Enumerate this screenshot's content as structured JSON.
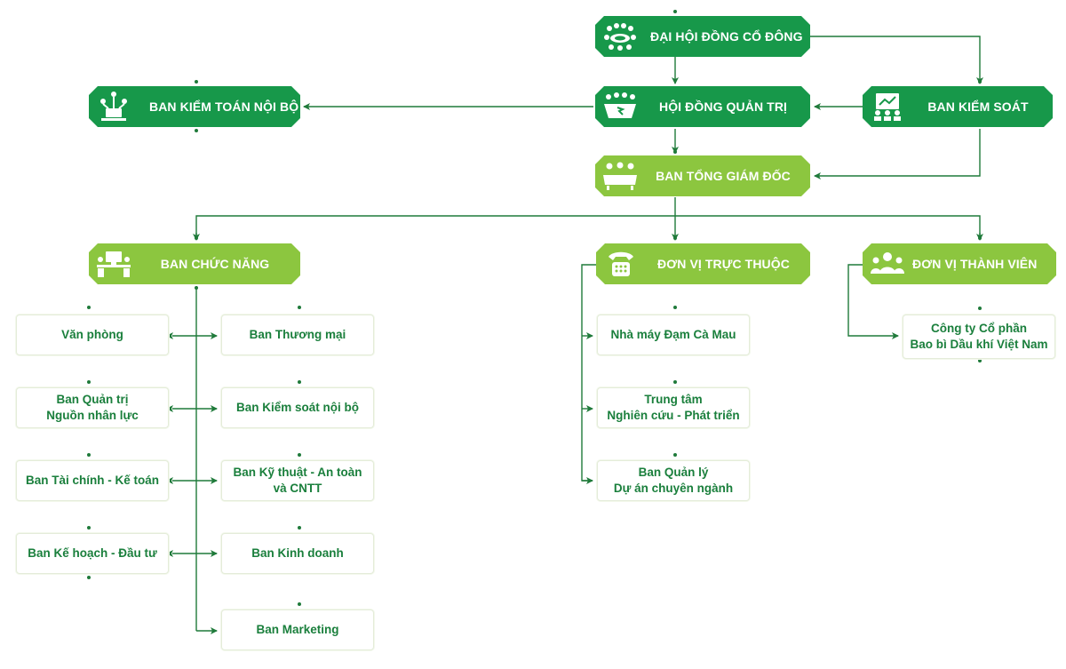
{
  "colors": {
    "dark_green": "#17984a",
    "light_green": "#8cc63f",
    "line": "#1f7a3a",
    "box_text": "#1a7f3c"
  },
  "top": {
    "shareholders": {
      "label": "ĐẠI HỘI ĐỒNG CỔ ĐÔNG",
      "icon": "meeting-table-icon"
    },
    "board": {
      "label": "HỘI ĐỒNG QUẢN TRỊ",
      "icon": "board-meeting-icon"
    },
    "supervisory": {
      "label": "BAN KIỂM SOÁT",
      "icon": "presentation-icon"
    },
    "internal_audit": {
      "label": "BAN KIỂM TOÁN NỘI BỘ",
      "icon": "audit-network-icon"
    },
    "general_director": {
      "label": "BAN TỔNG GIÁM ĐỐC",
      "icon": "executive-meeting-icon"
    }
  },
  "branches": {
    "functional": {
      "label": "BAN CHỨC NĂNG",
      "icon": "workstation-icon"
    },
    "affiliated": {
      "label": "ĐƠN VỊ TRỰC THUỘC",
      "icon": "telephone-icon"
    },
    "member": {
      "label": "ĐƠN VỊ THÀNH VIÊN",
      "icon": "people-group-icon"
    }
  },
  "functional_left": [
    "Văn phòng",
    "Ban Quản trị\nNguồn nhân lực",
    "Ban Tài chính - Kế toán",
    "Ban Kế hoạch - Đầu tư"
  ],
  "functional_right": [
    "Ban Thương mại",
    "Ban Kiểm soát nội bộ",
    "Ban Kỹ thuật - An toàn\nvà CNTT",
    "Ban Kinh doanh",
    "Ban Marketing"
  ],
  "affiliated_units": [
    "Nhà máy Đạm Cà Mau",
    "Trung tâm\nNghiên cứu - Phát triển",
    "Ban Quản lý\nDự án chuyên ngành"
  ],
  "member_units": [
    "Công ty Cổ phần\nBao bì Dầu khí Việt Nam"
  ]
}
